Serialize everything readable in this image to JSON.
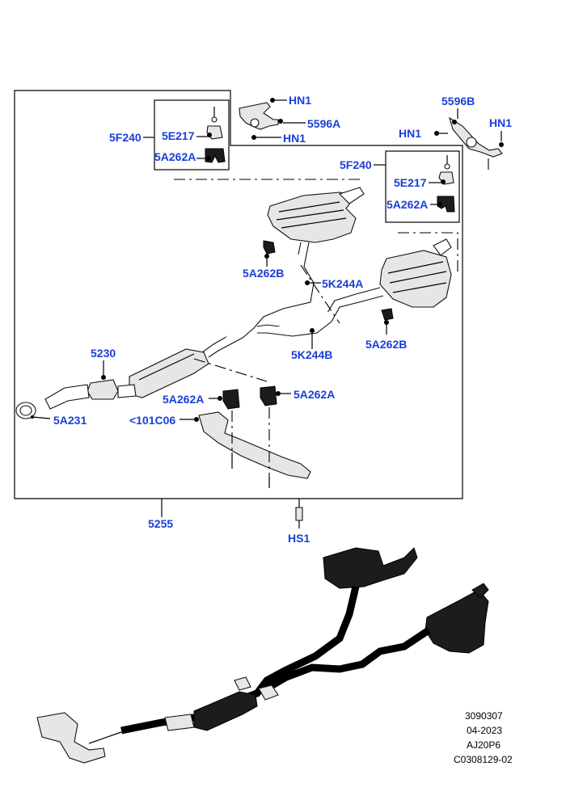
{
  "callouts": {
    "hn1_top": "HN1",
    "c5596a": "5596A",
    "hn1_mid": "HN1",
    "c5596b": "5596B",
    "hn1_left": "HN1",
    "hn1_right": "HN1",
    "c5f240_left": "5F240",
    "c5e217_left": "5E217",
    "c5a262a_left": "5A262A",
    "c5f240_right": "5F240",
    "c5e217_right": "5E217",
    "c5a262a_right": "5A262A",
    "c5a262b_left": "5A262B",
    "c5k244a": "5K244A",
    "c5a262b_right": "5A262B",
    "c5k244b": "5K244B",
    "c5230": "5230",
    "c5a262a_lower_left": "5A262A",
    "c5a262a_lower_right": "5A262A",
    "c101c06": "<101C06",
    "c5a231": "5A231",
    "c5255": "5255",
    "hs1": "HS1"
  },
  "meta": {
    "line1": "3090307",
    "line2": "04-2023",
    "line3": "AJ20P6",
    "line4": "C0308129-02"
  },
  "colors": {
    "callout": "#1a3fd6",
    "line": "#000000"
  }
}
